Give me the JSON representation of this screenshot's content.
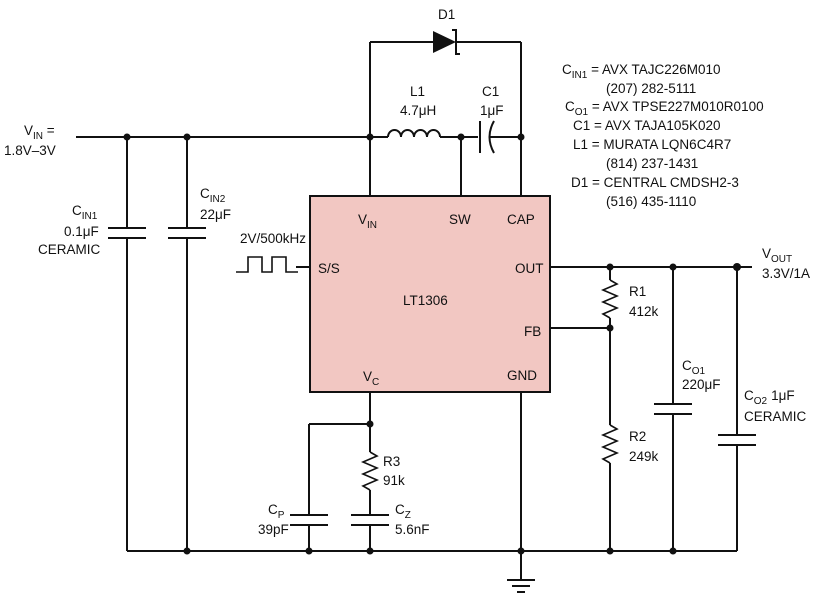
{
  "ic": {
    "name": "LT1306",
    "fill": "#f2c7c2",
    "pins": {
      "vin": "V",
      "vin_sub": "IN",
      "sw": "SW",
      "cap": "CAP",
      "ss": "S/S",
      "out": "OUT",
      "fb": "FB",
      "vc": "V",
      "vc_sub": "C",
      "gnd": "GND"
    }
  },
  "input": {
    "name": "V",
    "name_sub": "IN",
    "suffix": " =",
    "range": "1.8V–3V"
  },
  "output": {
    "name": "V",
    "name_sub": "OUT",
    "value": "3.3V/1A"
  },
  "signal": {
    "label": "2V/500kHz"
  },
  "parts": {
    "d1": {
      "ref": "D1"
    },
    "l1": {
      "ref": "L1",
      "value": "4.7μH"
    },
    "c1": {
      "ref": "C1",
      "value": "1μF"
    },
    "cin1": {
      "ref": "C",
      "ref_sub": "IN1",
      "value": "0.1μF",
      "note": "CERAMIC"
    },
    "cin2": {
      "ref": "C",
      "ref_sub": "IN2",
      "value": "22μF"
    },
    "r1": {
      "ref": "R1",
      "value": "412k"
    },
    "r2": {
      "ref": "R2",
      "value": "249k"
    },
    "co1": {
      "ref": "C",
      "ref_sub": "O1",
      "value": "220μF"
    },
    "co2": {
      "ref": "C",
      "ref_sub": "O2",
      "value": "1μF",
      "note": "CERAMIC"
    },
    "r3": {
      "ref": "R3",
      "value": "91k"
    },
    "cp": {
      "ref": "C",
      "ref_sub": "P",
      "value": "39pF"
    },
    "cz": {
      "ref": "C",
      "ref_sub": "Z",
      "value": "5.6nF"
    }
  },
  "bom": [
    {
      "ref": "C",
      "sub": "IN1",
      "eq": " = ",
      "text": "AVX TAJC226M010"
    },
    {
      "ref": "",
      "sub": "",
      "eq": "",
      "text": "(207) 282-5111"
    },
    {
      "ref": "C",
      "sub": "O1",
      "eq": " = ",
      "text": "AVX TPSE227M010R0100"
    },
    {
      "ref": "C1",
      "sub": "",
      "eq": " = ",
      "text": "AVX TAJA105K020"
    },
    {
      "ref": "L1",
      "sub": "",
      "eq": " = ",
      "text": "MURATA LQN6C4R7"
    },
    {
      "ref": "",
      "sub": "",
      "eq": "",
      "text": "(814) 237-1431"
    },
    {
      "ref": "D1",
      "sub": "",
      "eq": " = ",
      "text": "CENTRAL CMDSH2-3"
    },
    {
      "ref": "",
      "sub": "",
      "eq": "",
      "text": "(516) 435-1110"
    }
  ]
}
